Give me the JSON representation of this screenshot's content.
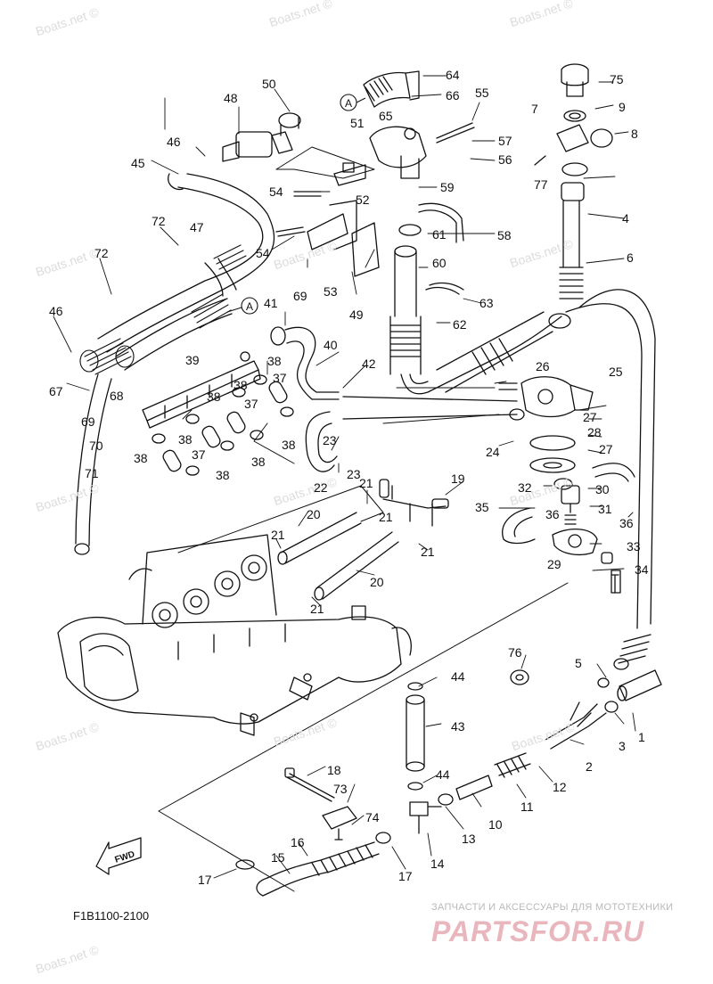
{
  "watermarks": [
    "Boats.net ©",
    "Boats.net ©",
    "Boats.net ©",
    "Boats.net ©",
    "Boats.net ©",
    "Boats.net ©",
    "Boats.net ©",
    "Boats.net ©",
    "Boats.net ©",
    "Boats.net ©",
    "Boats.net ©",
    "Boats.net ©",
    "Boats.net ©"
  ],
  "callouts": [
    "1",
    "2",
    "3",
    "4",
    "5",
    "6",
    "7",
    "8",
    "9",
    "10",
    "11",
    "12",
    "13",
    "14",
    "15",
    "16",
    "17",
    "17",
    "18",
    "19",
    "20",
    "20",
    "21",
    "21",
    "21",
    "21",
    "21",
    "22",
    "23",
    "23",
    "24",
    "25",
    "26",
    "27",
    "27",
    "28",
    "29",
    "30",
    "31",
    "32",
    "33",
    "34",
    "35",
    "36",
    "36",
    "37",
    "37",
    "37",
    "38",
    "38",
    "38",
    "38",
    "38",
    "38",
    "38",
    "38",
    "39",
    "40",
    "41",
    "42",
    "43",
    "44",
    "44",
    "45",
    "46",
    "46",
    "47",
    "48",
    "49",
    "50",
    "51",
    "52",
    "53",
    "54",
    "54",
    "55",
    "56",
    "57",
    "58",
    "59",
    "60",
    "61",
    "62",
    "63",
    "64",
    "65",
    "66",
    "67",
    "68",
    "69",
    "69",
    "70",
    "71",
    "72",
    "72",
    "73",
    "74",
    "75",
    "76",
    "77"
  ],
  "reference_marks": [
    "A",
    "A"
  ],
  "direction_label": "FWD",
  "diagram_code": "F1B1100-2100",
  "shop_caption": "ЗАПЧАСТИ И АКСЕССУАРЫ ДЛЯ МОТОТЕХНИКИ",
  "shop_logo": "PARTSFOR.RU",
  "colors": {
    "line": "#111111",
    "watermark": "#dcdcdc",
    "logo": "#e9b6bd"
  }
}
